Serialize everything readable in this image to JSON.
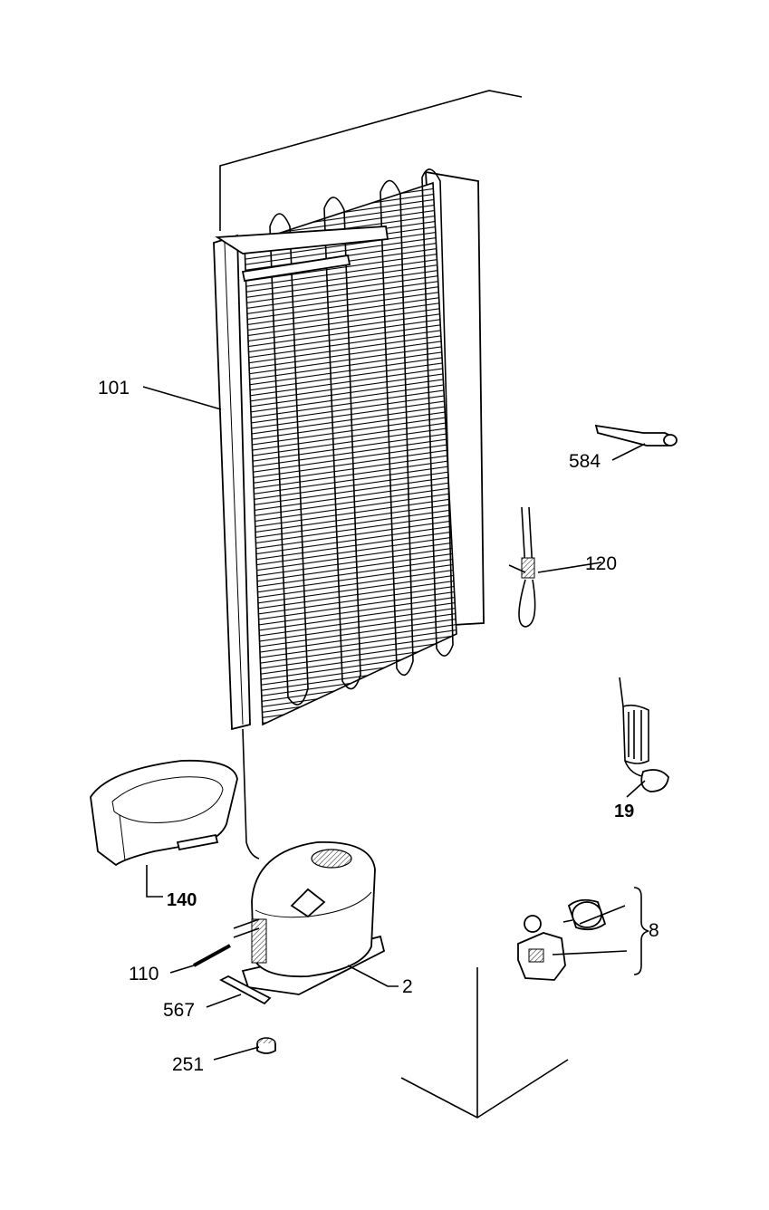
{
  "labels": {
    "l101": "101",
    "l584": "584",
    "l120": "120",
    "l19": "19",
    "l140": "140",
    "l8": "8",
    "l110": "110",
    "l2": "2",
    "l567": "567",
    "l251": "251"
  }
}
